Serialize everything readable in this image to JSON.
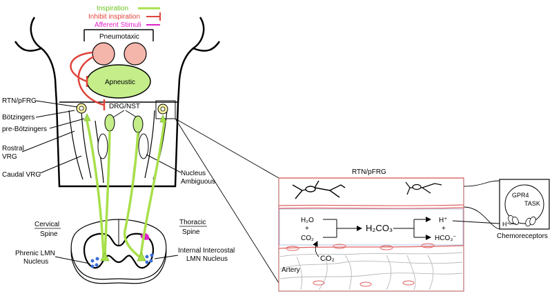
{
  "legend": {
    "inspiration": "Inspiration",
    "inhibit": "Inhibit inspiration",
    "afferent": "Afferent Stimuli"
  },
  "brainstem": {
    "pneumotaxic": "Pneumotaxic",
    "apneustic": "Apneustic",
    "drg_nst": "DRG/NST",
    "rtn_pfrg": "RTN/pFRG",
    "botzingers": "Bötzingers",
    "pre_botzingers": "pre-Bötzingers",
    "rostral_vrg_1": "Rostral",
    "rostral_vrg_2": "VRG",
    "caudal_vrg": "Caudal VRG",
    "nucleus_ambiguous_1": "Nucleus",
    "nucleus_ambiguous_2": "Ambiguous"
  },
  "spine": {
    "cervical_1": "Cervical",
    "cervical_2": "Spine",
    "thoracic_1": "Thoracic",
    "thoracic_2": "Spine",
    "phrenic_1": "Phrenic LMN",
    "phrenic_2": "Nucleus",
    "intercostal_1": "Internal Intercostal",
    "intercostal_2": "LMN Nucleus"
  },
  "inset": {
    "title": "RTN/pFRG",
    "h2o": "H₂O",
    "plus1": "+",
    "co2": "CO₂",
    "h2co3": "H₂CO₃",
    "hplus": "H⁺",
    "plus2": "+",
    "hco3": "HCO₃⁻",
    "co2_blood": "CO₂",
    "artery": "Artery"
  },
  "chemo": {
    "gpr4": "GPR4",
    "task": "TASK",
    "hplus": "H⁺",
    "label": "Chemoreceptors"
  },
  "colors": {
    "inspiration": "#a8e04a",
    "inhibit": "#e0443a",
    "afferent": "#e020c8",
    "pneumotaxic_fill": "#f4b5ab",
    "apneustic_fill": "#c5ee8a",
    "vessel": "#e06060",
    "nuclei_blue": "#3a6fd8"
  }
}
